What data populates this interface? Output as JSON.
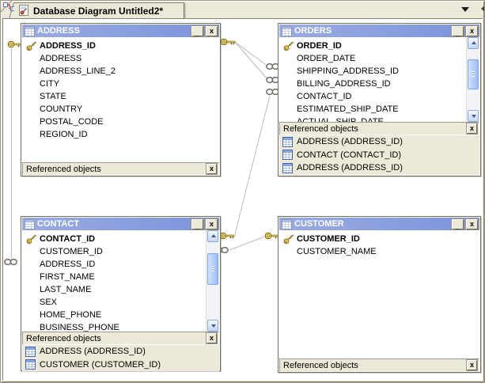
{
  "tab": {
    "title": "Database Diagram Untitled2*"
  },
  "labels": {
    "referenced_objects": "Referenced objects",
    "minimize_glyph": "_",
    "close_glyph": "x",
    "ref_close_glyph": "x"
  },
  "colors": {
    "titlebar_left": "#9AACE2",
    "titlebar_right": "#7B93DA",
    "chrome": "#ECE9D8",
    "key_gold": "#EFD75A",
    "relationship_line": "#BDBDB5"
  },
  "windows": {
    "address": {
      "title": "ADDRESS",
      "fields": [
        {
          "name": "ADDRESS_ID",
          "pk": true
        },
        {
          "name": "ADDRESS"
        },
        {
          "name": "ADDRESS_LINE_2"
        },
        {
          "name": "CITY"
        },
        {
          "name": "STATE"
        },
        {
          "name": "COUNTRY"
        },
        {
          "name": "POSTAL_CODE"
        },
        {
          "name": "REGION_ID"
        }
      ],
      "referenced": []
    },
    "orders": {
      "title": "ORDERS",
      "fields": [
        {
          "name": "ORDER_ID",
          "pk": true
        },
        {
          "name": "ORDER_DATE"
        },
        {
          "name": "SHIPPING_ADDRESS_ID"
        },
        {
          "name": "BILLING_ADDRESS_ID"
        },
        {
          "name": "CONTACT_ID"
        },
        {
          "name": "ESTIMATED_SHIP_DATE"
        },
        {
          "name": "ACTUAL_SHIP_DATE"
        }
      ],
      "referenced": [
        "ADDRESS (ADDRESS_ID)",
        "CONTACT (CONTACT_ID)",
        "ADDRESS (ADDRESS_ID)"
      ]
    },
    "contact": {
      "title": "CONTACT",
      "fields": [
        {
          "name": "CONTACT_ID",
          "pk": true
        },
        {
          "name": "CUSTOMER_ID"
        },
        {
          "name": "ADDRESS_ID"
        },
        {
          "name": "FIRST_NAME"
        },
        {
          "name": "LAST_NAME"
        },
        {
          "name": "SEX"
        },
        {
          "name": "HOME_PHONE"
        },
        {
          "name": "BUSINESS_PHONE"
        }
      ],
      "referenced": [
        "ADDRESS (ADDRESS_ID)",
        "CUSTOMER (CUSTOMER_ID)"
      ]
    },
    "customer": {
      "title": "CUSTOMER",
      "fields": [
        {
          "name": "CUSTOMER_ID",
          "pk": true
        },
        {
          "name": "CUSTOMER_NAME"
        }
      ],
      "referenced": []
    }
  }
}
